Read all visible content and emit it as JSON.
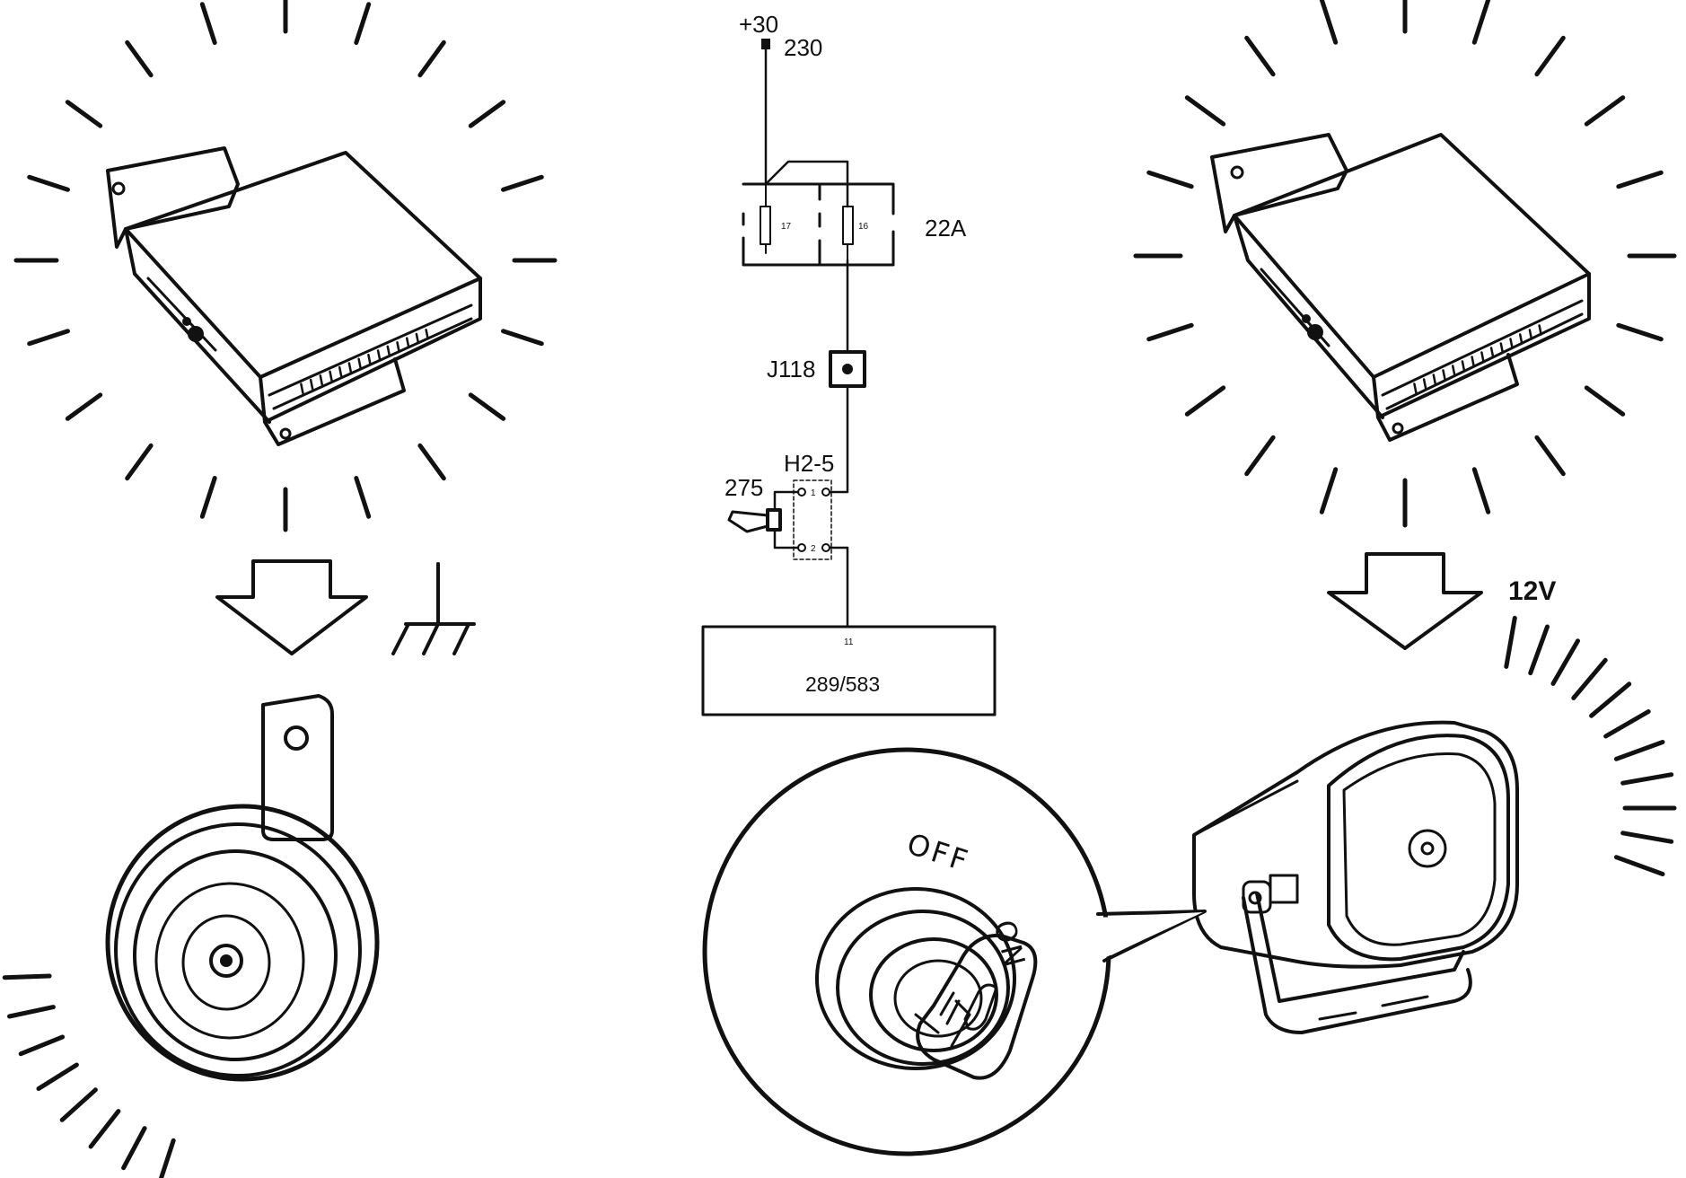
{
  "schematic": {
    "supply_label": "+30",
    "supply_wire": "230",
    "fuse_left": "17",
    "fuse_right": "16",
    "fusebox_label": "22A",
    "connector_label": "J118",
    "switch_connector": "H2-5",
    "switch_label": "275",
    "pin_1": "1",
    "pin_2": "2",
    "ecu_pin": "11",
    "ecu_label": "289/583"
  },
  "right_branch": {
    "voltage_label": "12V"
  },
  "ignition": {
    "off_label": "OFF",
    "on_label": "ON"
  },
  "icons": {
    "left_ecu": "alarm-control-unit-icon",
    "right_ecu": "alarm-control-unit-icon",
    "horn": "horn-icon",
    "siren": "siren-icon",
    "ground": "ground-symbol-icon",
    "key": "ignition-key-icon"
  }
}
